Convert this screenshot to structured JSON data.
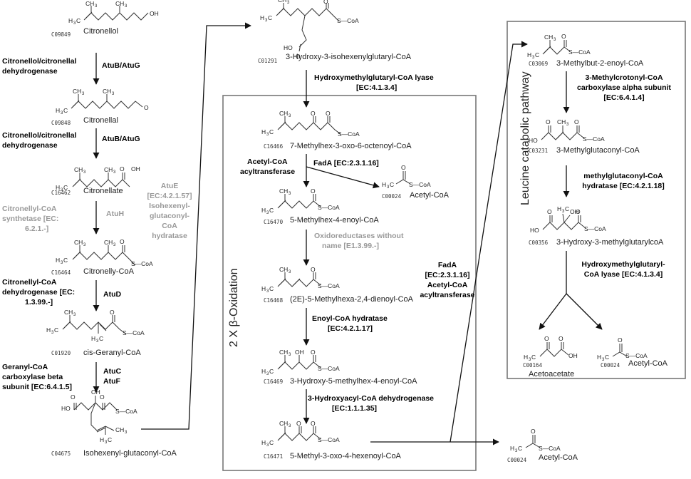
{
  "compounds": {
    "citronellol": {
      "id": "C09849",
      "name": "Citronellol"
    },
    "citronellal": {
      "id": "C09848",
      "name": "Citronellal"
    },
    "citronellate": {
      "id": "C16462",
      "name": "Citronellate"
    },
    "citronellyl_coa": {
      "id": "C16464",
      "name": "Citronelly-CoA"
    },
    "geranyl_coa": {
      "id": "C01920",
      "name": "cis-Geranyl-CoA"
    },
    "isohexenyl_glutaconyl_coa": {
      "id": "C04675",
      "name": "Isohexenyl-glutaconyl-CoA"
    },
    "hydroxy_isohexenylglutaryl_coa": {
      "id": "C01291",
      "name": "3-Hydroxy-3-isohexenylglutaryl-CoA"
    },
    "methylhex_oxo_octenoyl_coa": {
      "id": "C16466",
      "name": "7-Methylhex-3-oxo-6-octenoyl-CoA"
    },
    "acetyl_coa_1": {
      "id": "C00024",
      "name": "Acetyl-CoA"
    },
    "methylhex_enoyl_coa": {
      "id": "C16470",
      "name": "5-Methylhex-4-enoyl-CoA"
    },
    "methylhexa_dienoyl_coa": {
      "id": "C16468",
      "name": "(2E)-5-Methylhexa-2,4-dienoyl-CoA"
    },
    "hydroxy_methylhex_enoyl_coa": {
      "id": "C16469",
      "name": "3-Hydroxy-5-methylhex-4-enoyl-CoA"
    },
    "methyl_oxo_hexenoyl_coa": {
      "id": "C16471",
      "name": "5-Methyl-3-oxo-4-hexenoyl-CoA"
    },
    "acetyl_coa_2": {
      "id": "C00024",
      "name": "Acetyl-CoA"
    },
    "methylbutenoyl_coa": {
      "id": "C03069",
      "name": "3-Methylbut-2-enoyl-CoA"
    },
    "methylglutaconyl_coa": {
      "id": "C03231",
      "name": "3-Methylglutaconyl-CoA"
    },
    "hydroxy_methylglutaryl_coa": {
      "id": "C00356",
      "name": "3-Hydroxy-3-methylglutarylcoA"
    },
    "acetoacetate": {
      "id": "C00164",
      "name": "Acetoacetate"
    },
    "acetyl_coa_3": {
      "id": "C00024",
      "name": "Acetyl-CoA"
    }
  },
  "enzymes": {
    "e1": {
      "l1": "Citronellol/citronellal",
      "l2": "dehydrogenase",
      "gene": "AtuB/AtuG"
    },
    "e2": {
      "l1": "Citronellol/citronellal",
      "l2": "dehydrogenase",
      "gene": "AtuB/AtuG"
    },
    "e3": {
      "l1": "Citronellyl-CoA",
      "l2": "synthetase [EC:",
      "l3": "6.2.1.-]",
      "gene": "AtuH"
    },
    "e4": {
      "l1": "Citronellyl-CoA",
      "l2": "dehydrogenase [EC:",
      "l3": "1.3.99.-]",
      "gene": "AtuD"
    },
    "e5": {
      "l1": "Geranyl-CoA",
      "l2": "carboxylase beta",
      "l3": "subunit [EC:6.4.1.5]",
      "gene1": "AtuC",
      "gene2": "AtuF"
    },
    "atue": {
      "l1": "AtuE",
      "l2": "[EC:4.2.1.57]",
      "l3": "Isohexenyl-",
      "l4": "glutaconyl-",
      "l5": "CoA",
      "l6": "hydratase"
    },
    "hmg_lyase_top": {
      "l1": "Hydroxymethylglutaryl-CoA lyase",
      "l2": "[EC:4.1.3.4]"
    },
    "acyltransferase": {
      "l1": "Acetyl-CoA",
      "l2": "acyltransferase",
      "fada": "FadA [EC:2.3.1.16]"
    },
    "oxidoreductase": {
      "l1": "Oxidoreductases without",
      "l2": "name [E1.3.99.-]"
    },
    "fada_side": {
      "l1": "FadA",
      "l2": "[EC:2.3.1.16]",
      "l3": "Acetyl-CoA",
      "l4": "acyltransferase"
    },
    "enoyl_hydratase": {
      "l1": "Enoyl-CoA hydratase",
      "l2": "[EC:4.2.1.17]"
    },
    "hydroxyacyl_dh": {
      "l1": "3-Hydroxyacyl-CoA dehydrogenase",
      "l2": "[EC:1.1.1.35]"
    },
    "mcc": {
      "l1": "3-Methylcrotonyl-CoA",
      "l2": "carboxylase alpha subunit",
      "l3": "[EC:6.4.1.4]"
    },
    "mgc_hydratase": {
      "l1": "methylglutaconyl-CoA",
      "l2": "hydratase [EC:4.2.1.18]"
    },
    "hmg_lyase_right": {
      "l1": "Hydroxymethylglutaryl-",
      "l2": "CoA lyase [EC:4.1.3.4]"
    }
  },
  "boxes": {
    "beta_oxidation": "2 X β-Oxidation",
    "leucine": "Leucine catabolic pathway"
  },
  "atoms": {
    "h3c": "H3C",
    "ch3": "CH3",
    "h": "H",
    "oh": "OH",
    "ho": "HO",
    "o": "O",
    "scoa": "S—CoA",
    "sub3": "3"
  }
}
